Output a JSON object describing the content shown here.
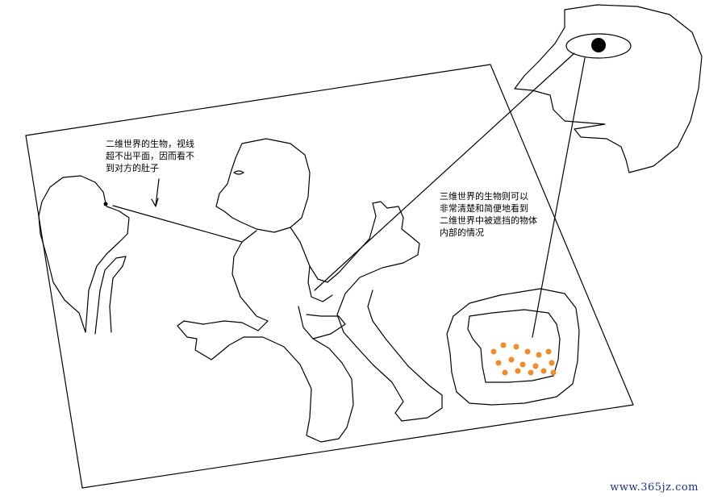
{
  "annotations": {
    "two_d_text": "二维世界的生物，视线\n超不出平面，因而看不\n到对方的肚子",
    "three_d_text": "三维世界的生物则可以\n非常清楚和简便地看到\n二维世界中被遮挡的物体\n内部的情况"
  },
  "watermark": "www.365jz.com",
  "colors": {
    "line": "#000000",
    "dots": "#f28c28",
    "pupil": "#000000",
    "watermark": "#1a2f8a"
  }
}
